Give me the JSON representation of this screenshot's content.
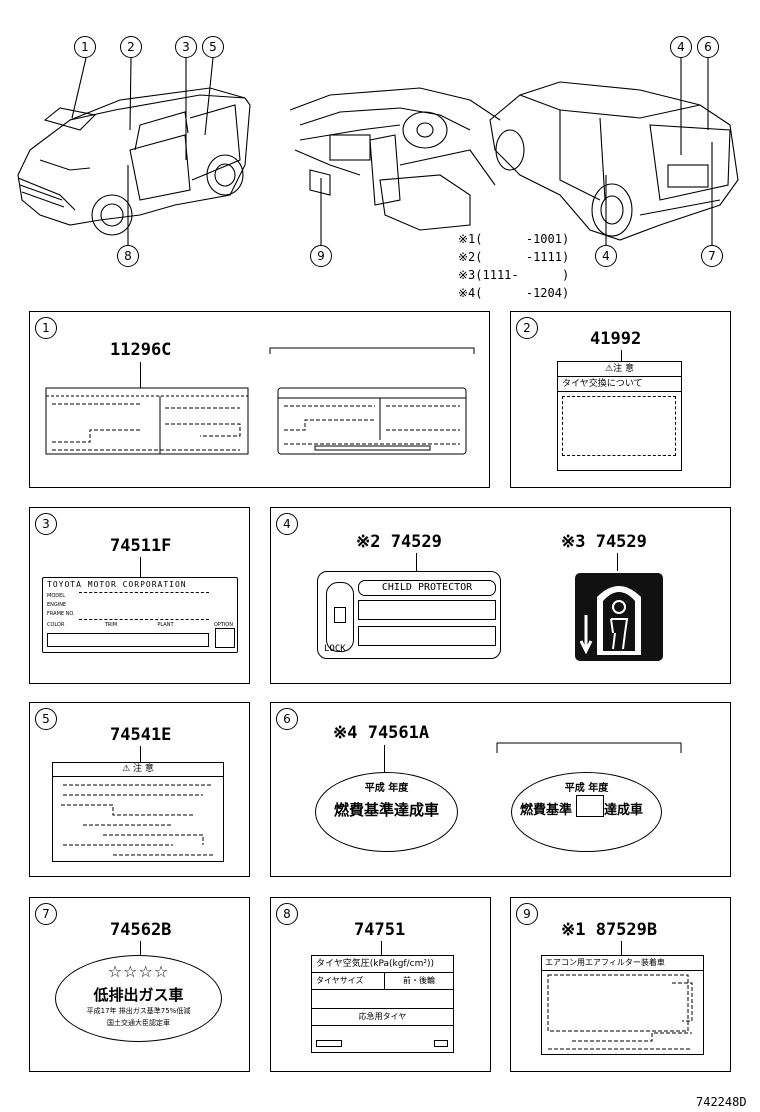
{
  "callouts": {
    "c1": "1",
    "c2": "2",
    "c3": "3",
    "c5": "5",
    "c8": "8",
    "c9": "9",
    "c4a": "4",
    "c6": "6",
    "c4b": "4",
    "c7": "7"
  },
  "notes": [
    "※1(      -1001)",
    "※2(      -1111)",
    "※3(1111-      )",
    "※4(      -1204)"
  ],
  "panels": {
    "p1": {
      "num": "1",
      "part": "11296C"
    },
    "p2": {
      "num": "2",
      "part": "41992",
      "title": "⚠注 意",
      "subtitle": "タイヤ交換について"
    },
    "p3": {
      "num": "3",
      "part": "74511F",
      "header": "TOYOTA MOTOR CORPORATION",
      "fields": [
        "MODEL",
        "ENGINE",
        "FRAME NO.",
        "COLOR",
        "TRIM",
        "PLANT",
        "OPTION"
      ]
    },
    "p4": {
      "num": "4",
      "part_a": "※2 74529",
      "part_b": "※3 74529",
      "plate_title": "CHILD PROTECTOR",
      "lock": "LOCK"
    },
    "p5": {
      "num": "5",
      "part": "74541E",
      "title": "⚠ 注 意"
    },
    "p6": {
      "num": "6",
      "part": "※4 74561A",
      "oval_top": "平成  年度",
      "oval_main": "燃費基準達成車",
      "oval2_top": "平成  年度",
      "oval2_left": "燃費基準",
      "oval2_right": "達成車"
    },
    "p7": {
      "num": "7",
      "part": "74562B",
      "stars": "☆☆☆☆",
      "main": "低排出ガス車",
      "line1": "平成17年 排出ガス基準75%低減",
      "line2": "国土交通大臣認定車"
    },
    "p8": {
      "num": "8",
      "part": "74751",
      "title": "タイヤ空気圧(kPa(kgf/cm²))",
      "col1": "タイヤサイズ",
      "col2": "前・後輪",
      "bottom": "応急用タイヤ"
    },
    "p9": {
      "num": "9",
      "part": "※1 87529B",
      "title": "エアコン用エアフィルター装着車"
    }
  },
  "drawing_code": "742248D"
}
